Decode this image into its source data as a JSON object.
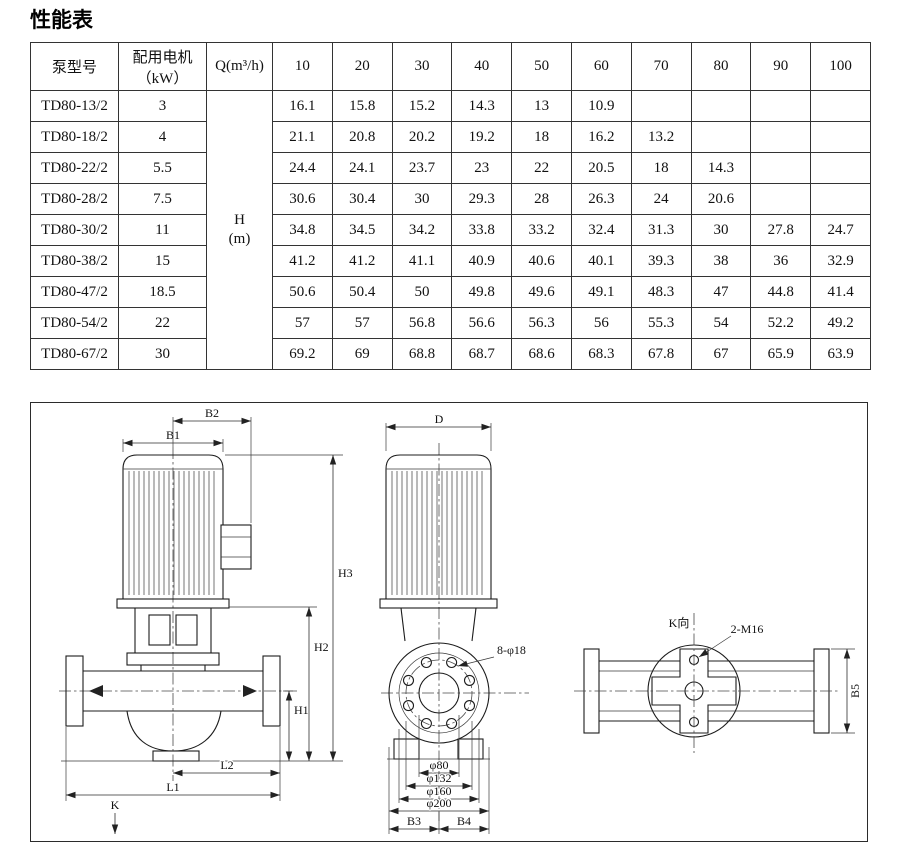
{
  "page_title": "性能表",
  "table": {
    "col_model": "泵型号",
    "col_power_line1": "配用电机",
    "col_power_line2": "（kW）",
    "col_flow": "Q(m³/h)",
    "flow_values": [
      "10",
      "20",
      "30",
      "40",
      "50",
      "60",
      "70",
      "80",
      "90",
      "100"
    ],
    "head_line1": "H",
    "head_line2": "(m)",
    "rows": [
      {
        "model": "TD80-13/2",
        "power": "3",
        "values": [
          "16.1",
          "15.8",
          "15.2",
          "14.3",
          "13",
          "10.9",
          "",
          "",
          "",
          ""
        ]
      },
      {
        "model": "TD80-18/2",
        "power": "4",
        "values": [
          "21.1",
          "20.8",
          "20.2",
          "19.2",
          "18",
          "16.2",
          "13.2",
          "",
          "",
          ""
        ]
      },
      {
        "model": "TD80-22/2",
        "power": "5.5",
        "values": [
          "24.4",
          "24.1",
          "23.7",
          "23",
          "22",
          "20.5",
          "18",
          "14.3",
          "",
          ""
        ]
      },
      {
        "model": "TD80-28/2",
        "power": "7.5",
        "values": [
          "30.6",
          "30.4",
          "30",
          "29.3",
          "28",
          "26.3",
          "24",
          "20.6",
          "",
          ""
        ]
      },
      {
        "model": "TD80-30/2",
        "power": "11",
        "values": [
          "34.8",
          "34.5",
          "34.2",
          "33.8",
          "33.2",
          "32.4",
          "31.3",
          "30",
          "27.8",
          "24.7"
        ]
      },
      {
        "model": "TD80-38/2",
        "power": "15",
        "values": [
          "41.2",
          "41.2",
          "41.1",
          "40.9",
          "40.6",
          "40.1",
          "39.3",
          "38",
          "36",
          "32.9"
        ]
      },
      {
        "model": "TD80-47/2",
        "power": "18.5",
        "values": [
          "50.6",
          "50.4",
          "50",
          "49.8",
          "49.6",
          "49.1",
          "48.3",
          "47",
          "44.8",
          "41.4"
        ]
      },
      {
        "model": "TD80-54/2",
        "power": "22",
        "values": [
          "57",
          "57",
          "56.8",
          "56.6",
          "56.3",
          "56",
          "55.3",
          "54",
          "52.2",
          "49.2"
        ]
      },
      {
        "model": "TD80-67/2",
        "power": "30",
        "values": [
          "69.2",
          "69",
          "68.8",
          "68.7",
          "68.6",
          "68.3",
          "67.8",
          "67",
          "65.9",
          "63.9"
        ]
      }
    ]
  },
  "drawing": {
    "dim_b1": "B1",
    "dim_b2": "B2",
    "dim_h1": "H1",
    "dim_h2": "H2",
    "dim_h3": "H3",
    "dim_l1": "L1",
    "dim_l2": "L2",
    "dim_k": "K",
    "dim_d": "D",
    "dim_bolt_holes": "8-φ18",
    "dim_phi80": "φ80",
    "dim_phi132": "φ132",
    "dim_phi160": "φ160",
    "dim_phi200": "φ200",
    "dim_b3": "B3",
    "dim_b4": "B4",
    "view_k": "K向",
    "dim_m16": "2-M16",
    "dim_b5": "B5"
  }
}
